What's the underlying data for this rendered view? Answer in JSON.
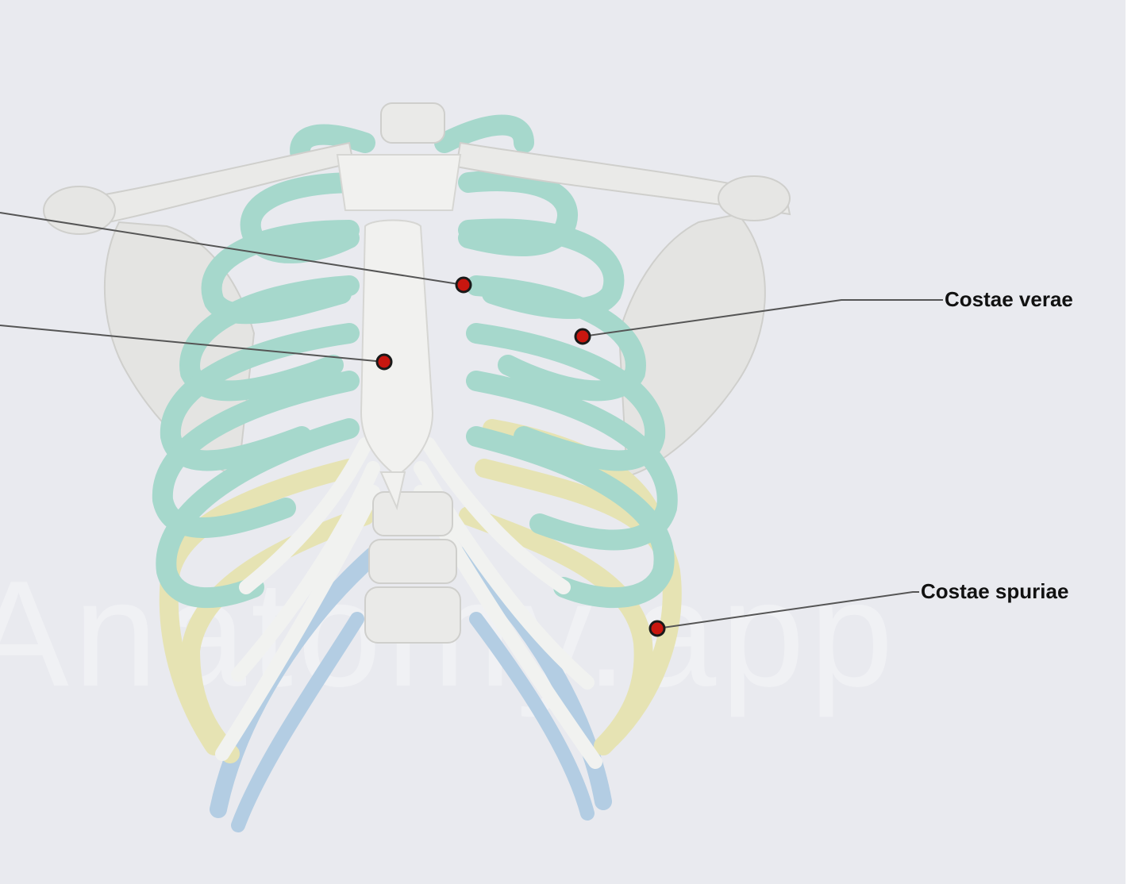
{
  "labels": {
    "costae_verae": "Costae verae",
    "costae_spuriae": "Costae spuriae"
  },
  "watermark": "Anatomy.app",
  "colors": {
    "background": "#e9eaef",
    "bone": "#ededeb",
    "true_ribs": "#a6d8cc",
    "false_ribs": "#e6e3b3",
    "floating_ribs": "#b3cde3",
    "marker": "#c8160f",
    "leader_line": "#555555"
  },
  "icons": [
    "marker-dot-icon"
  ]
}
